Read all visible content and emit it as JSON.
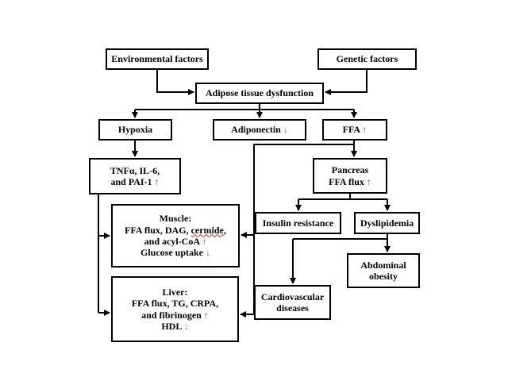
{
  "diagram": {
    "nodes": {
      "environmental_factors": {
        "label": "Environmental factors"
      },
      "genetic_factors": {
        "label": "Genetic factors"
      },
      "adipose_dysfunction": {
        "label": "Adipose tissue dysfunction"
      },
      "hypoxia": {
        "label": "Hypoxia"
      },
      "adiponectin": {
        "label": "Adiponectin",
        "arrow": "↓"
      },
      "ffa": {
        "label": "FFA",
        "arrow": "↑"
      },
      "cytokines": {
        "line1": "TNFα, IL-6,",
        "line2": "and PAI-1",
        "arrow": "↑"
      },
      "pancreas": {
        "line1": "Pancreas",
        "line2": "FFA flux",
        "arrow": "↑"
      },
      "insulin_resistance": {
        "label": "Insulin resistance"
      },
      "dyslipidemia": {
        "label": "Dyslipidemia"
      },
      "muscle": {
        "title": "Muscle:",
        "line1_pre": "FFA flux, DAG, ",
        "line1_word": "cermide",
        "line1_post": ",",
        "line2": "and acyl-CoA",
        "line2_arrow": "↑",
        "line3": "Glucose uptake",
        "line3_arrow": "↓"
      },
      "abdominal_obesity": {
        "line1": "Abdominal",
        "line2": "obesity"
      },
      "cardiovascular": {
        "line1": "Cardiovascular",
        "line2": "diseases"
      },
      "liver": {
        "title": "Liver:",
        "line1": "FFA flux, TG, CRPA,",
        "line2": "and fibrinogen",
        "line2_arrow": "↑",
        "line3": "HDL",
        "line3_arrow": "↓"
      }
    },
    "colors": {
      "increase_arrow": "#e01a1a",
      "decrease_arrow": "#2f7fd6",
      "line": "#000000"
    }
  }
}
